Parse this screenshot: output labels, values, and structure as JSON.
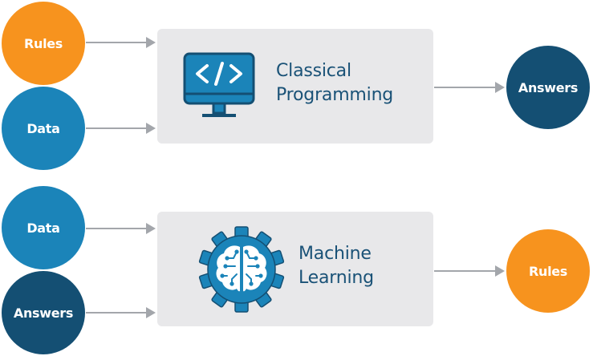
{
  "colors": {
    "orange": "#f7931e",
    "blue": "#1b84b9",
    "navy": "#144f73",
    "box_bg": "#e8e8ea",
    "arrow": "#a3a6ab",
    "title_text": "#1a5277"
  },
  "classical": {
    "inputs": [
      {
        "label": "Rules",
        "color": "orange"
      },
      {
        "label": "Data",
        "color": "blue"
      }
    ],
    "box": {
      "title_line1": "Classical",
      "title_line2": "Programming",
      "icon": "monitor-code-icon"
    },
    "output": {
      "label": "Answers",
      "color": "navy"
    }
  },
  "machine_learning": {
    "inputs": [
      {
        "label": "Data",
        "color": "blue"
      },
      {
        "label": "Answers",
        "color": "navy"
      }
    ],
    "box": {
      "title_line1": "Machine",
      "title_line2": "Learning",
      "icon": "gear-brain-icon"
    },
    "output": {
      "label": "Rules",
      "color": "orange"
    }
  }
}
